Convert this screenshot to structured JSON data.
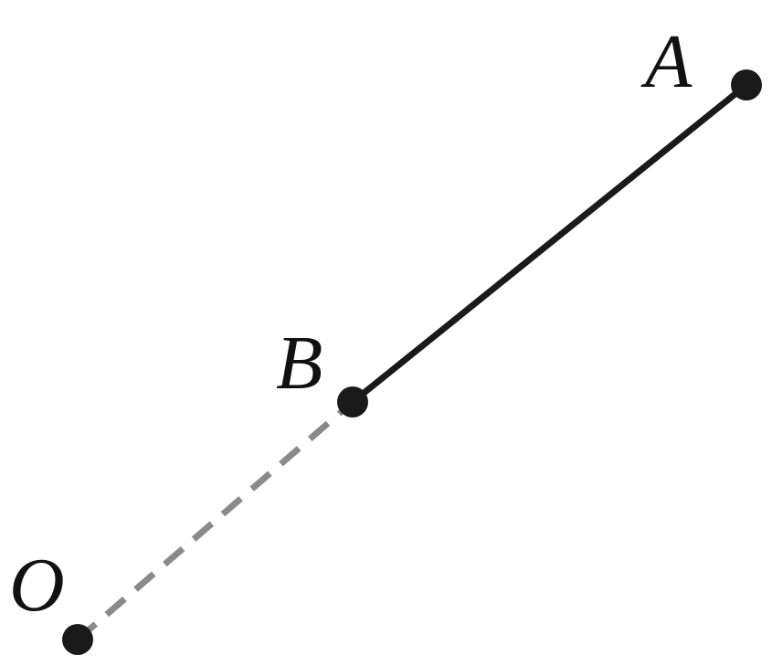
{
  "diagram": {
    "points": [
      {
        "id": "O",
        "label": "O"
      },
      {
        "id": "B",
        "label": "B"
      },
      {
        "id": "A",
        "label": "A"
      }
    ],
    "segments": [
      {
        "from": "O",
        "to": "B",
        "style": "dashed",
        "color": "#8a8a8a"
      },
      {
        "from": "B",
        "to": "A",
        "style": "solid",
        "color": "#1a1a1a"
      }
    ],
    "point_color": "#1a1a1a"
  }
}
